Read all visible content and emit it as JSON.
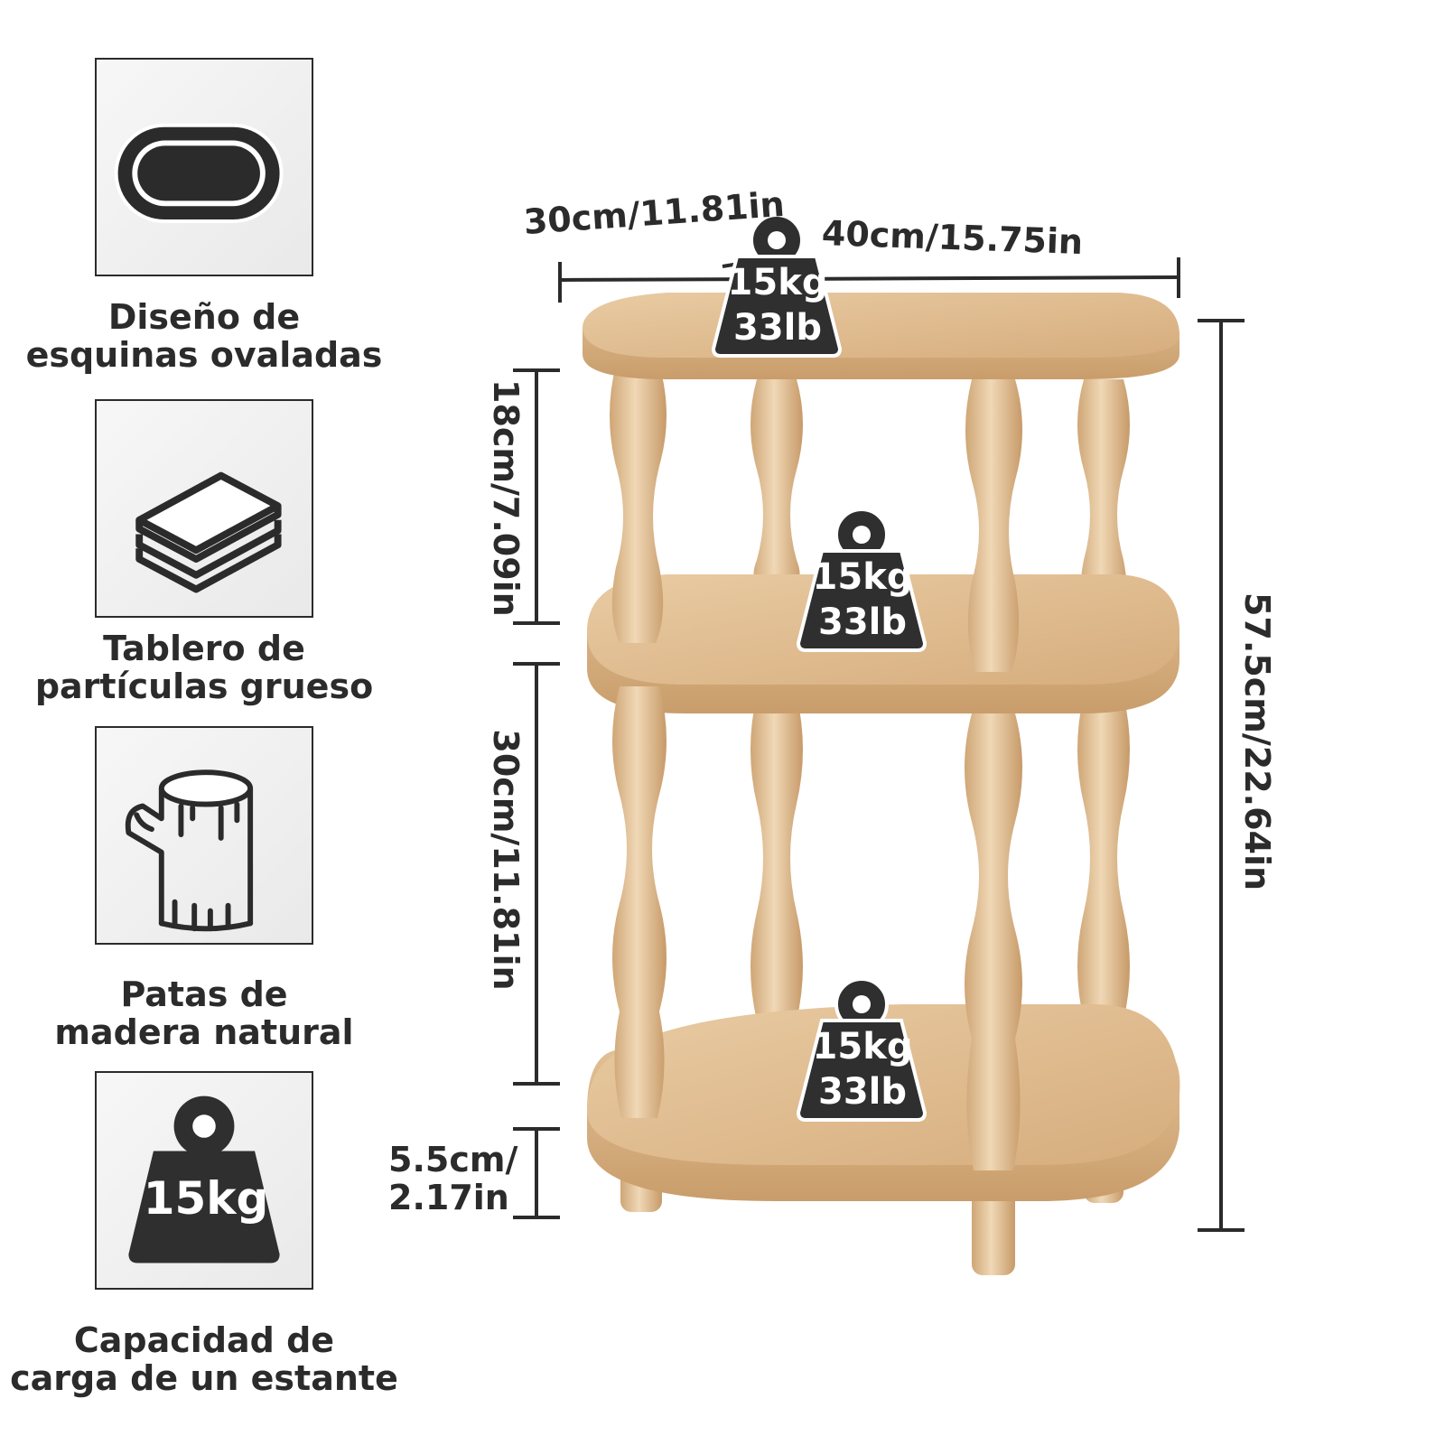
{
  "features": [
    {
      "icon": "oval-corner-icon",
      "line1": "Diseño de",
      "line2": "esquinas ovaladas"
    },
    {
      "icon": "layered-board-icon",
      "line1": "Tablero de",
      "line2": "partículas grueso"
    },
    {
      "icon": "wood-log-icon",
      "line1": "Patas de",
      "line2": "madera natural"
    },
    {
      "icon": "weight-icon",
      "line1": "Capacidad de",
      "line2": "carga de un estante",
      "badge": "15kg"
    }
  ],
  "dimensions": {
    "depth": "30cm/11.81in",
    "width": "40cm/15.75in",
    "total_height": "57.5cm/22.64in",
    "upper_gap": "18cm/7.09in",
    "lower_gap": "30cm/11.81in",
    "leg_height_line1": "5.5cm/",
    "leg_height_line2": "2.17in"
  },
  "shelf_loads": [
    {
      "kg": "15kg",
      "lb": "33lb"
    },
    {
      "kg": "15kg",
      "lb": "33lb"
    },
    {
      "kg": "15kg",
      "lb": "33lb"
    }
  ],
  "colors": {
    "ink": "#2b2b2b",
    "wood_light": "#e8c9a0",
    "wood_mid": "#d9b183",
    "wood_dark": "#c79a68",
    "badge_fill": "#2f2f2f"
  }
}
